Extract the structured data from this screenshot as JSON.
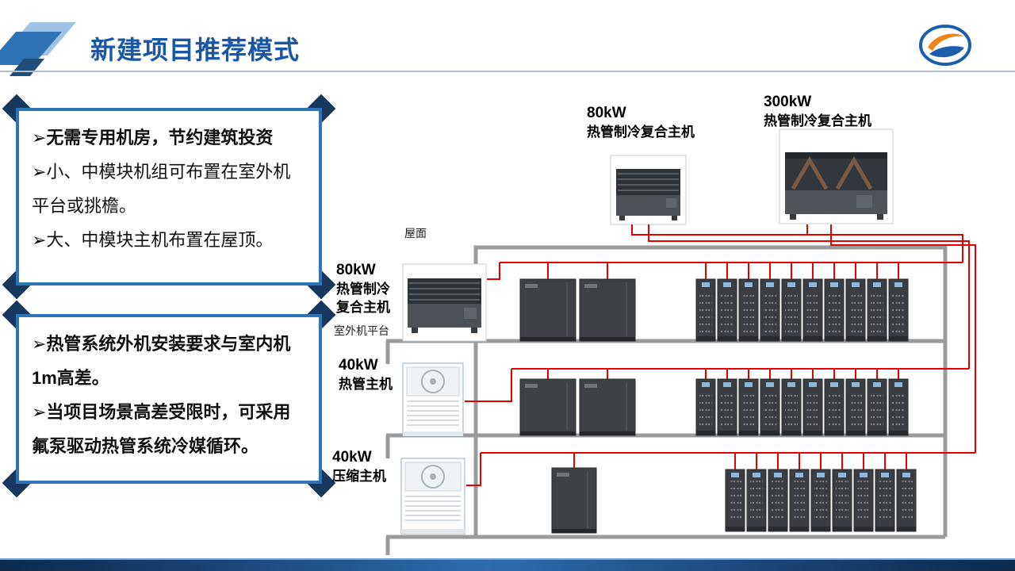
{
  "header": {
    "title": "新建项目推荐模式"
  },
  "notes": {
    "box1": {
      "item1": "➢无需专用机房，节约建筑投资",
      "item2": "➢小、中模块机组可布置在室外机平台或挑檐。",
      "item3": "➢大、中模块主机布置在屋顶。"
    },
    "box2": {
      "item1": "➢热管系统外机安装要求与室内机1m高差。",
      "item2": "➢当项目场景高差受限时，可采用氟泵驱动热管系统冷媒循环。"
    }
  },
  "diagram": {
    "rooftop_small": {
      "kw": "80kW",
      "name": "热管制冷复合主机"
    },
    "rooftop_large": {
      "kw": "300kW",
      "name": "热管制冷复合主机"
    },
    "roof_label": "屋面",
    "floor1_unit": {
      "kw": "80kW",
      "name": "热管制冷\n复合主机"
    },
    "platform_label": "室外机平台",
    "floor2_unit": {
      "kw": "40kW",
      "name": "热管主机"
    },
    "floor3_unit": {
      "kw": "40kW",
      "name": "压缩主机"
    },
    "floors": [
      {
        "wide_racks": 2,
        "narrow_racks": 10
      },
      {
        "wide_racks": 2,
        "narrow_racks": 10
      },
      {
        "wide_racks": 1,
        "narrow_racks": 9
      }
    ]
  },
  "colors": {
    "title_blue": "#1857A5",
    "frame_blue": "#2E75B6",
    "corner_navy": "#17375E",
    "pipe_red": "#E60000",
    "structure_gray": "#9B9B9B",
    "footer_navy": "#0D2A4F",
    "logo_orange": "#F08419"
  }
}
